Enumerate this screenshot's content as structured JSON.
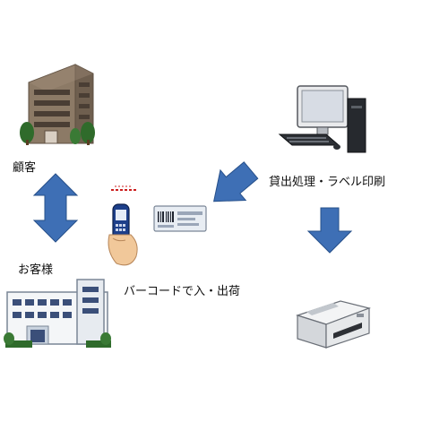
{
  "labels": {
    "customer": "顧客",
    "client": "お客様",
    "lending_label_printing": "貸出処理・ラベル印刷",
    "barcode_in_out": "バーコードで入・出荷"
  },
  "colors": {
    "arrow_fill": "#3e6fb5",
    "arrow_stroke": "#27508a",
    "building_brown": "#8c7a66",
    "building_window": "#5a4c3f",
    "office_white": "#f4f6f8",
    "office_window": "#3b4f79",
    "tree_green": "#2f6b2b",
    "monitor_frame": "#e9eaec",
    "monitor_screen": "#d7dce4",
    "tower_dark": "#26292e",
    "printer_body": "#e6e8ea",
    "scanner_body": "#1d3f8a",
    "scanner_grip": "#f1c89a",
    "label_card": "#e8edf3",
    "laser_red": "#cc1f1f"
  },
  "icons": [
    "office-building-brown-icon",
    "office-building-white-icon",
    "desktop-computer-icon",
    "printer-icon",
    "handheld-barcode-scanner-icon",
    "barcode-label-icon"
  ]
}
